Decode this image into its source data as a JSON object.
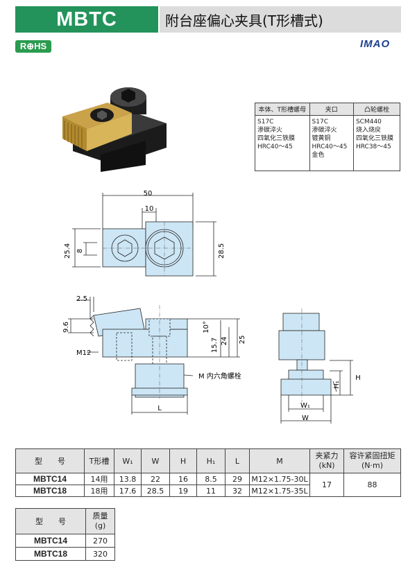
{
  "header": {
    "model": "MBTC",
    "title": "附台座偏心夹具(T形槽式)",
    "rohs": "R⊕HS",
    "brand": "IMAO"
  },
  "material_table": {
    "headers": [
      "本体、T形槽螺母",
      "夹口",
      "凸轮螺栓"
    ],
    "cells": [
      [
        "S17C",
        "渗碳淬火",
        "四氧化三铁膜",
        "HRC40～45"
      ],
      [
        "S17C",
        "渗碳淬火",
        "镀黄铜",
        "HRC40～45",
        "金色"
      ],
      [
        "SCM440",
        "烧入烧戻",
        "四氧化三铁膜",
        "HRC38～45"
      ]
    ]
  },
  "drawing": {
    "top_view": {
      "w": "50",
      "w2": "10",
      "h_left": "25.4",
      "h_small": "8",
      "h_right": "28.5"
    },
    "front_view": {
      "d1": "2.5",
      "d2": "9.6",
      "angle": "10°",
      "d3": "15.7",
      "d4": "24",
      "d5": "25",
      "thread": "M12",
      "bolt_label": "M 内六角螺栓",
      "len": "L"
    },
    "side_view": {
      "w1": "W₁",
      "w": "W",
      "h1": "H₁",
      "h": "H"
    }
  },
  "spec_table": {
    "headers": [
      "型　　号",
      "T形槽",
      "W₁",
      "W",
      "H",
      "H₁",
      "L",
      "M",
      "夹紧力|(kN)",
      "容许紧固扭矩|(N·m)"
    ],
    "rows": [
      [
        "MBTC14",
        "14用",
        "13.8",
        "22",
        "16",
        "8.5",
        "29",
        "M12×1.75-30L"
      ],
      [
        "MBTC18",
        "18用",
        "17.6",
        "28.5",
        "19",
        "11",
        "32",
        "M12×1.75-35L"
      ]
    ],
    "clamp_force": "17",
    "torque": "88"
  },
  "mass_table": {
    "headers": [
      "型　　号",
      "质量|(g)"
    ],
    "rows": [
      [
        "MBTC14",
        "270"
      ],
      [
        "MBTC18",
        "320"
      ]
    ]
  }
}
